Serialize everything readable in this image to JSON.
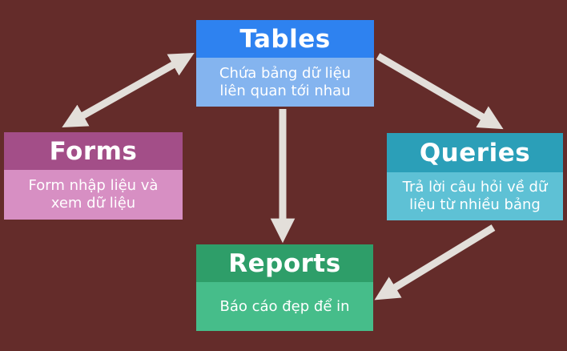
{
  "diagram": {
    "background_color": "#642C2A",
    "arrow_color": "#E3DFDA",
    "text_color": "#FFFFFF",
    "nodes": {
      "tables": {
        "title": "Tables",
        "description": "Chứa bảng dữ liệu\nliên quan tới nhau",
        "header_color": "#2E82F0",
        "body_color": "#84B4EF"
      },
      "forms": {
        "title": "Forms",
        "description": "Form nhập liệu và\nxem dữ liệu",
        "header_color": "#A34E88",
        "body_color": "#D78FC3"
      },
      "queries": {
        "title": "Queries",
        "description": "Trả lời câu hỏi về dữ\nliệu từ nhiều bảng",
        "header_color": "#2B9FB8",
        "body_color": "#5EC1D5"
      },
      "reports": {
        "title": "Reports",
        "description": "Báo cáo đẹp để in",
        "header_color": "#2E9E69",
        "body_color": "#46BD8A"
      }
    },
    "arrows": [
      {
        "from": "forms",
        "to": "tables",
        "bidirectional": true
      },
      {
        "from": "tables",
        "to": "queries",
        "bidirectional": false
      },
      {
        "from": "tables",
        "to": "reports",
        "bidirectional": false
      },
      {
        "from": "queries",
        "to": "reports",
        "bidirectional": false
      }
    ]
  }
}
